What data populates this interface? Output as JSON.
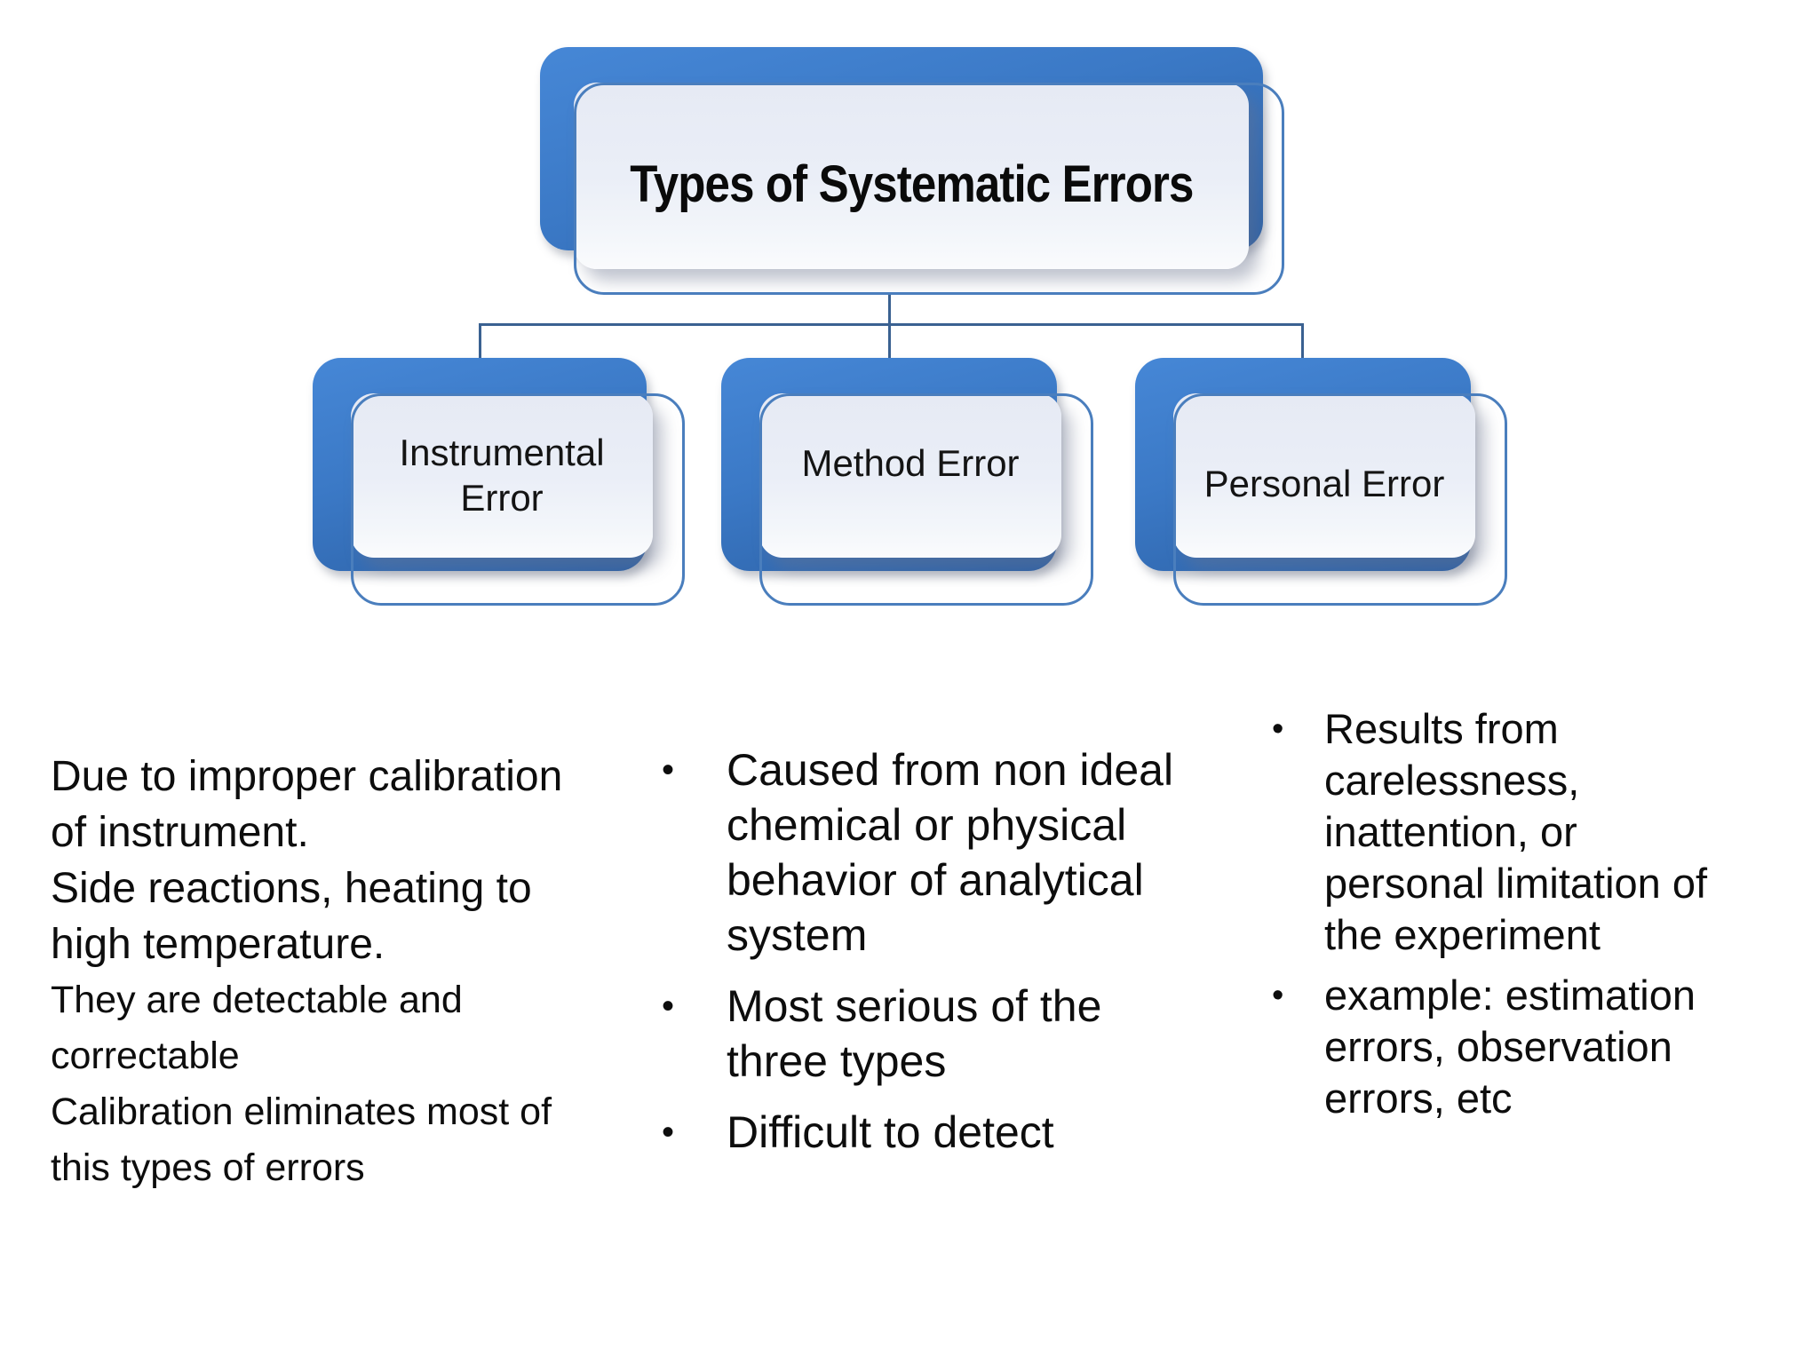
{
  "diagram": {
    "title": "Types of Systematic Errors",
    "nodes": [
      {
        "id": "instrumental",
        "label": "Instrumental Error"
      },
      {
        "id": "method",
        "label": "Method Error"
      },
      {
        "id": "personal",
        "label": "Personal Error"
      }
    ]
  },
  "details": {
    "instrumental": {
      "paragraphs": [
        {
          "text": "Due to improper calibration\nof instrument."
        },
        {
          "text": "Side reactions, heating to\nhigh temperature."
        },
        {
          "text": "They are detectable and\ncorrectable"
        },
        {
          "text": "Calibration eliminates most of\nthis types of errors"
        }
      ]
    },
    "method": {
      "bullet_char": "•",
      "bullets": [
        {
          "text": "Caused from non ideal\nchemical or physical\nbehavior of analytical\nsystem"
        },
        {
          "text": "Most serious of the\nthree types"
        },
        {
          "text": "Difficult to detect"
        }
      ]
    },
    "personal": {
      "bullet_char": "•",
      "bullets": [
        {
          "text": "Results from\ncarelessness,\ninattention, or\npersonal limitation of\nthe experiment"
        },
        {
          "text": "example: estimation\nerrors, observation\nerrors, etc"
        }
      ]
    }
  },
  "colors": {
    "node_blue_top": "#4687d6",
    "node_blue_bottom": "#2c61a6",
    "node_outline": "#4a7ebd",
    "node_fill_light": "#e8ecf5",
    "connector": "#3a6191",
    "text": "#0d0d0d",
    "background": "#ffffff"
  }
}
